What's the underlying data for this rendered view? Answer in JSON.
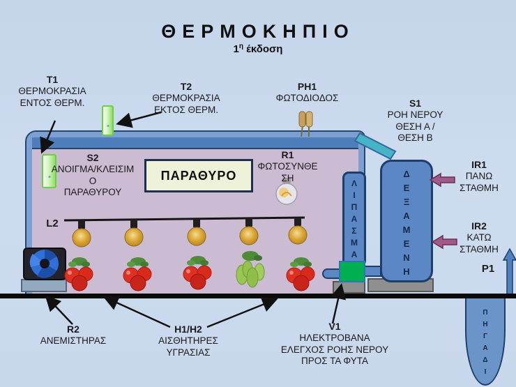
{
  "title": "ΘΕΡΜΟΚΗΠΙΟ",
  "subtitle": {
    "prefix": "1",
    "sup": "η",
    "rest": " έκδοση"
  },
  "greenhouse": {
    "window_label": "ΠΑΡΑΘΥΡΟ",
    "fertilizer_label": "ΛΙΠΑΣΜΑ"
  },
  "tank": {
    "label": "ΔΕΞΑΜΕΝΗ"
  },
  "well": {
    "label": "ΠΗΓΑΔΙ"
  },
  "callouts": {
    "t1": {
      "id": "T1",
      "text": "ΘΕΡΜΟΚΡΑΣΙΑ\nΕΝΤΟΣ ΘΕΡΜ."
    },
    "t2": {
      "id": "T2",
      "text": "ΘΕΡΜΟΚΡΑΣΙΑ\nΕΚΤΟΣ ΘΕΡΜ."
    },
    "ph1": {
      "id": "PH1",
      "text": "ΦΩΤΟΔΙΟΔΟΣ"
    },
    "s1": {
      "id": "S1",
      "text": "ΡΟΗ ΝΕΡΟΥ\nΘΕΣΗ Α /\nΘΕΣΗ Β"
    },
    "s2": {
      "id": "S2",
      "text": "ΑΝΟΙΓΜΑ/ΚΛΕΙΣΙΜ\nΟ\nΠΑΡΑΘΥΡΟΥ"
    },
    "r1": {
      "id": "R1",
      "text": "ΦΩΤΟΣΥΝΘΕ\nΣΗ"
    },
    "l2": {
      "id": "L2"
    },
    "ir1": {
      "id": "IR1",
      "text": "ΠΑΝΩ\nΣΤΑΘΜΗ"
    },
    "ir2": {
      "id": "IR2",
      "text": "ΚΑΤΩ\nΣΤΑΘΜΗ"
    },
    "p1": {
      "id": "P1"
    },
    "r2": {
      "id": "R2",
      "text": "ΑΝΕΜΙΣΤΗΡΑΣ"
    },
    "h1h2": {
      "id": "H1/H2",
      "text": "ΑΙΣΘΗΤΗΡΕΣ\nΥΓΡΑΣΙΑΣ"
    },
    "v1": {
      "id": "V1",
      "text": "ΗΛΕΚΤΡΟΒΑΝΑ\nΕΛΕΓΧΟΣ ΡΟΗΣ ΝΕΡΟΥ\nΠΡΟΣ ΤΑ ΦΥΤΑ"
    }
  },
  "icons": {
    "sensor_bars": "green-sensor-bar-icon",
    "photodiode": "photodiode-icon",
    "bulb": "light-bulb-icon",
    "string_lights": "string-lights-icon",
    "fan": "fan-icon",
    "tomato": "tomato-plant-icon",
    "pepper": "pepper-plant-icon",
    "level_arrows": "left-block-arrow-icon",
    "pump_arrow": "up-block-arrow-icon"
  },
  "colors": {
    "background": "#ccdaed",
    "frame_blue": "#4f81bd",
    "wall_mauve": "#cbbcd4",
    "tank_blue": "#5b87c5",
    "pipe_teal": "#43b5c6",
    "valve_green": "#00b050",
    "level_arrow_purple": "#a0598a",
    "window_fill": "#edf2d8",
    "sensor_green": "#6fce45",
    "bulb_amber": "#d9a433",
    "ground_black": "#0a0a0a"
  }
}
